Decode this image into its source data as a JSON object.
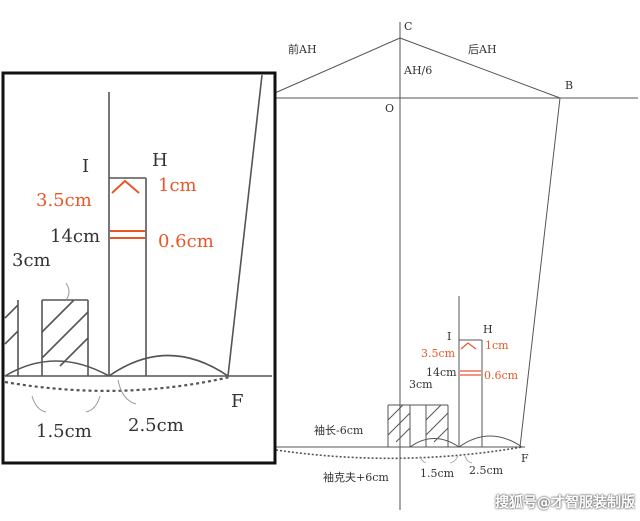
{
  "labels": {
    "C": "C",
    "B": "B",
    "O": "O",
    "front_ah": "前AH",
    "back_ah": "后AH",
    "ah_6": "AH/6",
    "I": "I",
    "H": "H",
    "cm35": "3.5cm",
    "cm1": "1cm",
    "cm14": "14cm",
    "cm06": "0.6cm",
    "cm3": "3cm",
    "cm15": "1.5cm",
    "cm25": "2.5cm",
    "F": "F",
    "sleeve_len": "袖长-6cm",
    "sleeve_cap": "袖克夫+6cm"
  },
  "zoom": {
    "I": "I",
    "H": "H",
    "cm35": "3.5cm",
    "cm1": "1cm",
    "cm14": "14cm",
    "cm06": "0.6cm",
    "cm3": "3cm",
    "cm15": "1.5cm",
    "cm25": "2.5cm",
    "F": "F"
  },
  "watermark": "搜狐号@才智服装制版",
  "colors": {
    "line": "#555555",
    "accent": "#e8572a",
    "frame": "#111111"
  }
}
